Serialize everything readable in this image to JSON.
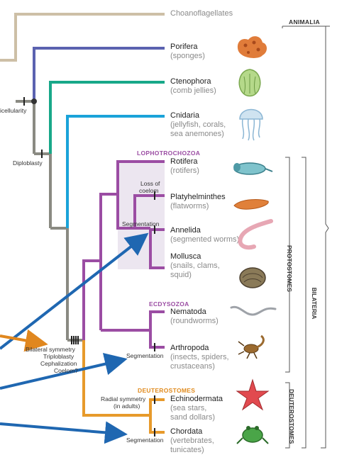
{
  "colors": {
    "choano": "#cdbfa6",
    "porifera": "#5b62b0",
    "ctenophora": "#18a889",
    "cnidaria": "#1aa3d9",
    "bilateria": "#9a9a92",
    "protostome": "#9b4da3",
    "deuterostome": "#e79a2b",
    "arrow": "#1f67b1",
    "arrow_orange": "#e0871f"
  },
  "taxa": {
    "choano": {
      "name": "Choanoflagellates"
    },
    "porifera": {
      "name": "Porifera",
      "common": "(sponges)"
    },
    "ctenophora": {
      "name": "Ctenophora",
      "common": "(comb jellies)"
    },
    "cnidaria": {
      "name": "Cnidaria",
      "common1": "(jellyfish, corals,",
      "common2": "sea anemones)"
    },
    "rotifera": {
      "name": "Rotifera",
      "common": "(rotifers)"
    },
    "platyhelminthes": {
      "name": "Platyhelminthes",
      "common": "(flatworms)"
    },
    "annelida": {
      "name": "Annelida",
      "common": "(segmented worms)"
    },
    "mollusca": {
      "name": "Mollusca",
      "common1": "(snails, clams,",
      "common2": "squid)"
    },
    "nematoda": {
      "name": "Nematoda",
      "common": "(roundworms)"
    },
    "arthropoda": {
      "name": "Arthropoda",
      "common1": "(insects, spiders,",
      "common2": "crustaceans)"
    },
    "echinodermata": {
      "name": "Echinodermata",
      "common1": "(sea stars,",
      "common2": "sand dollars)"
    },
    "chordata": {
      "name": "Chordata",
      "common1": "(vertebrates,",
      "common2": "tunicates)"
    }
  },
  "groups": {
    "lophotrochozoa": "LOPHOTROCHOZOA",
    "ecdysozoa": "ECDYSOZOA",
    "deuterostomes": "DEUTEROSTOMES"
  },
  "brackets": {
    "animalia": "ANIMALIA",
    "protostomes": "PROTOSTOMES",
    "bilateria": "BILATERIA",
    "deuterostomes": "DEUTEROSTOMES"
  },
  "traits": {
    "multicellularity": "icellularity",
    "diploblasty": "Diploblasty",
    "loss_of_coelom_1": "Loss of",
    "loss_of_coelom_2": "coelom",
    "segmentation_annelid": "Segmentation",
    "bilateral_1": "Bilateral symmetry",
    "bilateral_2": "Triploblasty",
    "bilateral_3": "Cephalization",
    "bilateral_4": "Coelom?",
    "segmentation_arthropod": "Segmentation",
    "radial_1": "Radial symmetry",
    "radial_2": "(in adults)",
    "segmentation_chordata": "Segmentation"
  },
  "icons": [
    "sponge-icon",
    "comb-jelly-icon",
    "jellyfish-icon",
    "rotifer-icon",
    "flatworm-icon",
    "earthworm-icon",
    "clam-icon",
    "roundworm-icon",
    "scorpion-icon",
    "sea-star-icon",
    "frog-icon"
  ]
}
